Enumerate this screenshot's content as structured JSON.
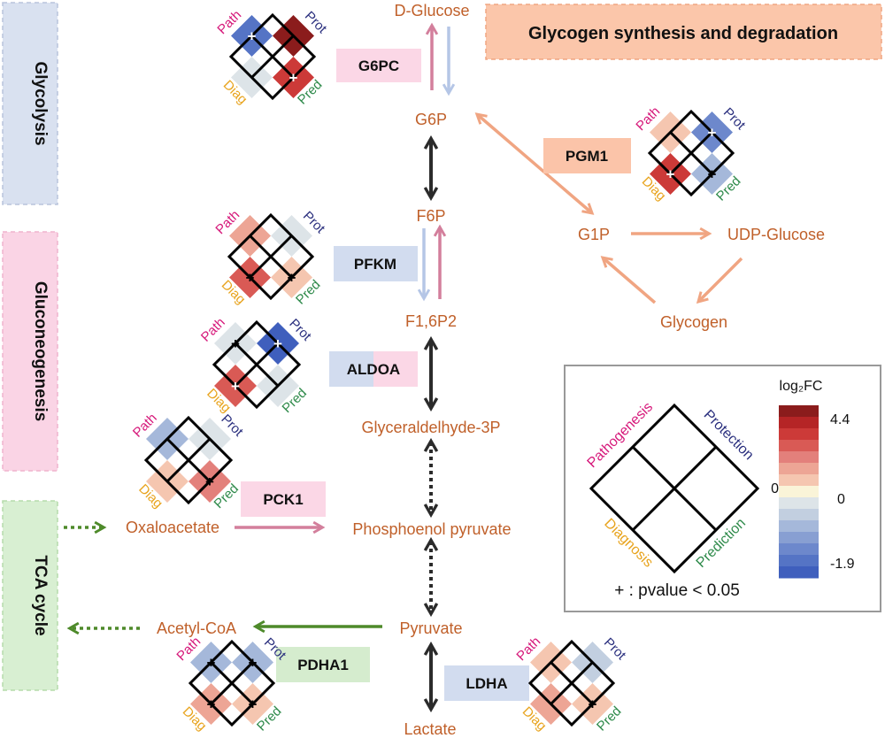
{
  "title": "Glycogen synthesis and degradation",
  "panels": {
    "glycolysis": "Glycolysis",
    "gluconeogenesis": "Gluconeogenesis",
    "tca": "TCA cycle"
  },
  "metabolites": {
    "d_glucose": "D-Glucose",
    "g6p": "G6P",
    "f6p": "F6P",
    "f16p2": "F1,6P2",
    "glyceraldehyde": "Glyceraldelhyde-3P",
    "pep": "Phosphoenol pyruvate",
    "oxaloacetate": "Oxaloacetate",
    "pyruvate": "Pyruvate",
    "acetyl_coa": "Acetyl-CoA",
    "lactate": "Lactate",
    "g1p": "G1P",
    "udp_glucose": "UDP-Glucose",
    "glycogen": "Glycogen"
  },
  "enzymes": {
    "g6pc": {
      "label": "G6PC",
      "color": "#fbd7e6"
    },
    "pfkm": {
      "label": "PFKM",
      "color": "#d2dcef"
    },
    "aldoa": {
      "label": "ALDOA",
      "color_left": "#d2dcef",
      "color_right": "#fbd7e6"
    },
    "pck1": {
      "label": "PCK1",
      "color": "#fbd7e6"
    },
    "pgm1": {
      "label": "PGM1",
      "color": "#fbc4a9"
    },
    "pdha1": {
      "label": "PDHA1",
      "color": "#d5ecce"
    },
    "ldha": {
      "label": "LDHA",
      "color": "#d2dcef"
    }
  },
  "quadrant_labels": {
    "path": "Path",
    "prot": "Prot",
    "diag": "Diag",
    "pred": "Pred"
  },
  "quadrant_colors": {
    "path": "#d6187a",
    "prot": "#2a2f7e",
    "diag": "#e8a31c",
    "pred": "#2e8a4a"
  },
  "diamonds": {
    "g6pc": {
      "path": {
        "fc": -1.7,
        "sig": true
      },
      "prot": {
        "fc": 4.4,
        "sig": false
      },
      "diag": {
        "fc": -0.3,
        "sig": false
      },
      "pred": {
        "fc": 3.0,
        "sig": true
      }
    },
    "pfkm": {
      "path": {
        "fc": 1.4,
        "sig": false
      },
      "prot": {
        "fc": -0.3,
        "sig": false
      },
      "diag": {
        "fc": 2.1,
        "sig": true
      },
      "pred": {
        "fc": 0.6,
        "sig": true
      }
    },
    "aldoa": {
      "path": {
        "fc": -0.3,
        "sig": true
      },
      "prot": {
        "fc": -1.9,
        "sig": true
      },
      "diag": {
        "fc": 2.3,
        "sig": true
      },
      "pred": {
        "fc": -0.2,
        "sig": false
      }
    },
    "pck1": {
      "path": {
        "fc": -0.9,
        "sig": false
      },
      "prot": {
        "fc": -0.3,
        "sig": false
      },
      "diag": {
        "fc": 0.5,
        "sig": false
      },
      "pred": {
        "fc": 1.5,
        "sig": true
      }
    },
    "pgm1": {
      "path": {
        "fc": 0.6,
        "sig": false
      },
      "prot": {
        "fc": -1.5,
        "sig": true
      },
      "diag": {
        "fc": 3.2,
        "sig": true
      },
      "pred": {
        "fc": -1.0,
        "sig": true
      }
    },
    "pdha1": {
      "path": {
        "fc": -0.9,
        "sig": true
      },
      "prot": {
        "fc": -1.0,
        "sig": true
      },
      "diag": {
        "fc": 0.9,
        "sig": true
      },
      "pred": {
        "fc": 0.5,
        "sig": true
      }
    },
    "ldha": {
      "path": {
        "fc": 0.4,
        "sig": false
      },
      "prot": {
        "fc": -0.5,
        "sig": false
      },
      "diag": {
        "fc": 0.9,
        "sig": false
      },
      "pred": {
        "fc": 0.8,
        "sig": true
      }
    }
  },
  "legend": {
    "title": "log₂FC",
    "max_label": "4.4",
    "zero_label_left": "0",
    "zero_label_right": "0",
    "min_label": "-1.9",
    "min": -1.9,
    "max": 4.4,
    "pathogenesis": "Pathogenesis",
    "protection": "Protection",
    "diagnosis": "Diagnosis",
    "prediction": "Prediction",
    "pvalue_note": "+ : pvalue < 0.05",
    "scale_colors": [
      "#8b1c1c",
      "#b52526",
      "#cc3a38",
      "#d95a55",
      "#e3807b",
      "#eda595",
      "#f5c6b0",
      "#faf4d8",
      "#dde4e8",
      "#c2cfe0",
      "#a5b8da",
      "#889fd2",
      "#6d88cc",
      "#5574c5",
      "#3f5fbd"
    ],
    "scale_values": [
      4.4,
      3.7,
      3.0,
      2.4,
      1.8,
      1.2,
      0.6,
      0.0,
      -0.3,
      -0.6,
      -0.9,
      -1.1,
      -1.4,
      -1.7,
      -1.9
    ]
  },
  "arrow_colors": {
    "dark": "#2b2b2b",
    "pink": "#d37f9c",
    "lightblue": "#b5c6e6",
    "salmon": "#f0a582",
    "green": "#4e8a2a"
  }
}
